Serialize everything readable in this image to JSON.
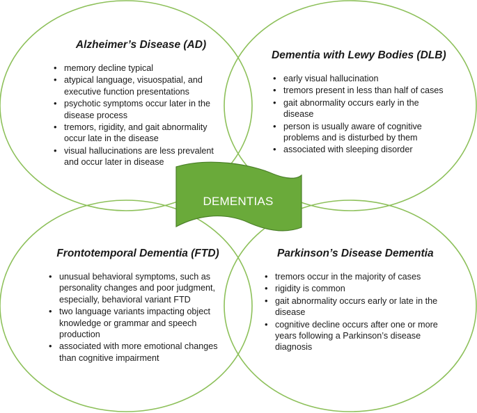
{
  "banner": {
    "label": "DEMENTIAS",
    "fill": "#6aaa3a",
    "stroke": "#4a7f28"
  },
  "circle_color": "#8dc05a",
  "quadrants": {
    "ad": {
      "title": "Alzheimer’s Disease (AD)",
      "items": [
        "memory decline typical",
        "atypical language, visuospatial, and executive function presentations",
        "psychotic symptoms occur later in the disease process",
        "tremors, rigidity, and gait abnormality occur late in the disease",
        "visual hallucinations are less prevalent and occur later in disease"
      ]
    },
    "dlb": {
      "title": "Dementia with Lewy Bodies (DLB)",
      "items": [
        "early visual hallucination",
        "tremors present in less than half of cases",
        "gait abnormality occurs early in the disease",
        "person is usually aware of cognitive problems and is disturbed by them",
        "associated with sleeping disorder"
      ]
    },
    "ftd": {
      "title": "Frontotemporal Dementia (FTD)",
      "items": [
        "unusual behavioral symptoms, such as personality changes and poor judgment, especially, behavioral variant FTD",
        "two language variants impacting object knowledge or grammar and speech production",
        "associated with more emotional changes than cognitive impairment"
      ]
    },
    "pdd": {
      "title": "Parkinson’s Disease Dementia",
      "items": [
        "tremors occur in the majority of cases",
        "rigidity is common",
        "gait abnormality occurs early or late in the disease",
        "cognitive decline occurs after one or more years following a Parkinson’s disease diagnosis"
      ]
    }
  }
}
